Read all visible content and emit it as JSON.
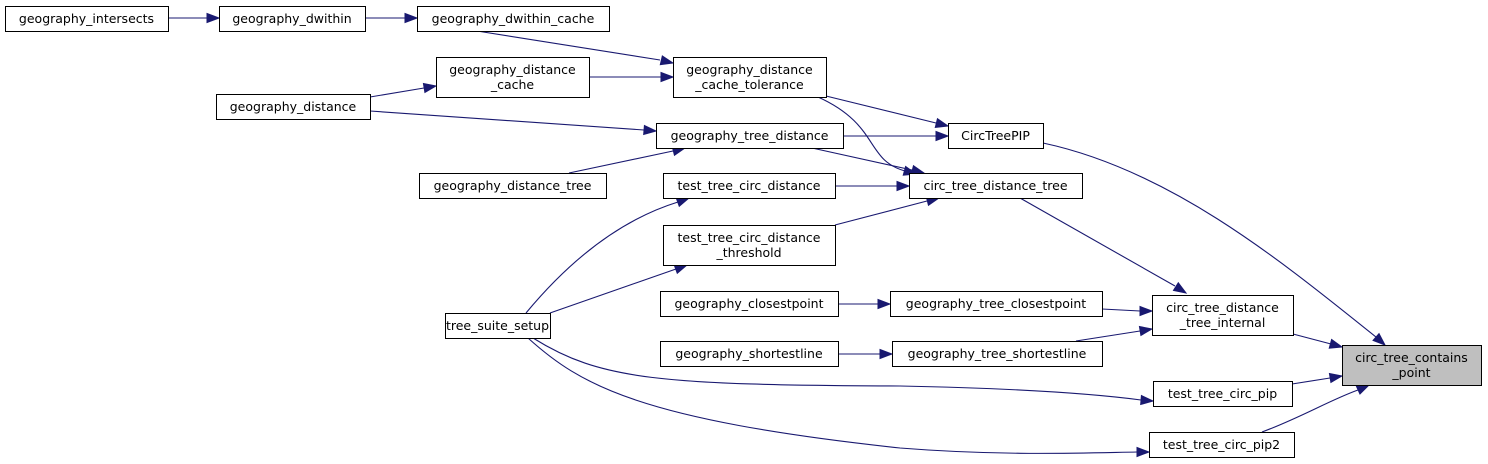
{
  "diagram": {
    "type": "call-graph",
    "colors": {
      "edge": "#191970",
      "node_fill": "#ffffff",
      "root_fill": "#bfbfbf",
      "border": "#000000"
    },
    "nodes": [
      {
        "id": "geography_intersects",
        "lines": [
          "geography_intersects"
        ]
      },
      {
        "id": "geography_dwithin",
        "lines": [
          "geography_dwithin"
        ]
      },
      {
        "id": "geography_dwithin_cache",
        "lines": [
          "geography_dwithin_cache"
        ]
      },
      {
        "id": "geography_distance_cache",
        "lines": [
          "geography_distance",
          "_cache"
        ]
      },
      {
        "id": "geography_distance",
        "lines": [
          "geography_distance"
        ]
      },
      {
        "id": "geography_distance_cache_tolerance",
        "lines": [
          "geography_distance",
          "_cache_tolerance"
        ]
      },
      {
        "id": "geography_tree_distance",
        "lines": [
          "geography_tree_distance"
        ]
      },
      {
        "id": "geography_distance_tree",
        "lines": [
          "geography_distance_tree"
        ]
      },
      {
        "id": "CircTreePIP",
        "lines": [
          "CircTreePIP"
        ]
      },
      {
        "id": "test_tree_circ_distance",
        "lines": [
          "test_tree_circ_distance"
        ]
      },
      {
        "id": "circ_tree_distance_tree",
        "lines": [
          "circ_tree_distance_tree"
        ]
      },
      {
        "id": "test_tree_circ_distance_threshold",
        "lines": [
          "test_tree_circ_distance",
          "_threshold"
        ]
      },
      {
        "id": "geography_closestpoint",
        "lines": [
          "geography_closestpoint"
        ]
      },
      {
        "id": "geography_tree_closestpoint",
        "lines": [
          "geography_tree_closestpoint"
        ]
      },
      {
        "id": "tree_suite_setup",
        "lines": [
          "tree_suite_setup"
        ]
      },
      {
        "id": "circ_tree_distance_tree_internal",
        "lines": [
          "circ_tree_distance",
          "_tree_internal"
        ]
      },
      {
        "id": "geography_shortestline",
        "lines": [
          "geography_shortestline"
        ]
      },
      {
        "id": "geography_tree_shortestline",
        "lines": [
          "geography_tree_shortestline"
        ]
      },
      {
        "id": "circ_tree_contains_point",
        "lines": [
          "circ_tree_contains",
          "_point"
        ],
        "root": true
      },
      {
        "id": "test_tree_circ_pip",
        "lines": [
          "test_tree_circ_pip"
        ]
      },
      {
        "id": "test_tree_circ_pip2",
        "lines": [
          "test_tree_circ_pip2"
        ]
      }
    ],
    "edges": [
      {
        "from": "geography_intersects",
        "to": "geography_dwithin"
      },
      {
        "from": "geography_dwithin",
        "to": "geography_dwithin_cache"
      },
      {
        "from": "geography_dwithin_cache",
        "to": "geography_distance_cache_tolerance"
      },
      {
        "from": "geography_distance",
        "to": "geography_distance_cache"
      },
      {
        "from": "geography_distance_cache",
        "to": "geography_distance_cache_tolerance"
      },
      {
        "from": "geography_distance",
        "to": "geography_tree_distance"
      },
      {
        "from": "geography_distance_tree",
        "to": "geography_tree_distance"
      },
      {
        "from": "geography_distance_cache_tolerance",
        "to": "CircTreePIP"
      },
      {
        "from": "geography_distance_cache_tolerance",
        "to": "circ_tree_distance_tree"
      },
      {
        "from": "geography_tree_distance",
        "to": "CircTreePIP"
      },
      {
        "from": "geography_tree_distance",
        "to": "circ_tree_distance_tree"
      },
      {
        "from": "test_tree_circ_distance",
        "to": "circ_tree_distance_tree"
      },
      {
        "from": "test_tree_circ_distance_threshold",
        "to": "circ_tree_distance_tree"
      },
      {
        "from": "tree_suite_setup",
        "to": "test_tree_circ_distance"
      },
      {
        "from": "tree_suite_setup",
        "to": "test_tree_circ_distance_threshold"
      },
      {
        "from": "geography_closestpoint",
        "to": "geography_tree_closestpoint"
      },
      {
        "from": "geography_shortestline",
        "to": "geography_tree_shortestline"
      },
      {
        "from": "geography_tree_closestpoint",
        "to": "circ_tree_distance_tree_internal"
      },
      {
        "from": "geography_tree_shortestline",
        "to": "circ_tree_distance_tree_internal"
      },
      {
        "from": "circ_tree_distance_tree",
        "to": "circ_tree_distance_tree_internal"
      },
      {
        "from": "CircTreePIP",
        "to": "circ_tree_contains_point"
      },
      {
        "from": "circ_tree_distance_tree_internal",
        "to": "circ_tree_contains_point"
      },
      {
        "from": "test_tree_circ_pip",
        "to": "circ_tree_contains_point"
      },
      {
        "from": "test_tree_circ_pip2",
        "to": "circ_tree_contains_point"
      },
      {
        "from": "tree_suite_setup",
        "to": "test_tree_circ_pip"
      },
      {
        "from": "tree_suite_setup",
        "to": "test_tree_circ_pip2"
      }
    ]
  }
}
